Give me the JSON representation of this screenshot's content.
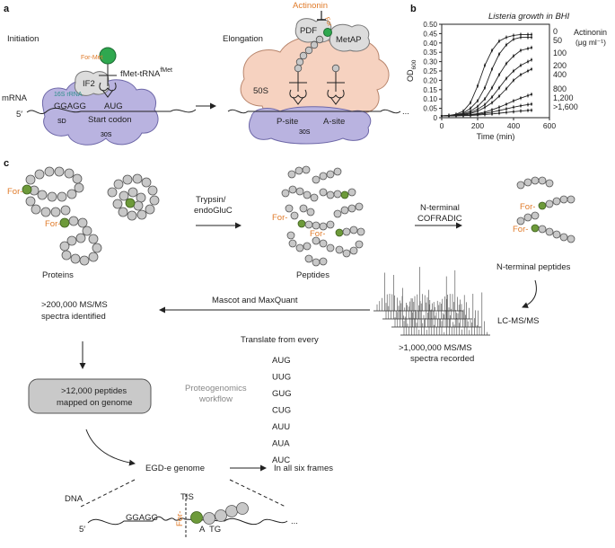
{
  "panels": {
    "a": "a",
    "b": "b",
    "c": "c"
  },
  "panel_a": {
    "initiation": "Initiation",
    "elongation": "Elongation",
    "mrna": "mRNA",
    "five_prime": "5′",
    "for_met": "For-Met",
    "fmet_trna_main": "fMet-tRNA",
    "fmet_trna_sup": "fMet",
    "if2": "IF2",
    "rrna_16s": "16S rRNA",
    "sd_bases": "GGAGG",
    "sd": "SD",
    "aug": "AUG",
    "start_codon": "Start codon",
    "thirty_s": "30S",
    "fifty_s": "50S",
    "actinonin": "Actinonin",
    "pdf": "PDF",
    "metap": "MetAP",
    "p_site": "P-site",
    "a_site": "A-site",
    "for_tag": "For"
  },
  "panel_c": {
    "proteins": "Proteins",
    "trypsin": "Trypsin/",
    "endogluc": "endoGluC",
    "peptides": "Peptides",
    "n_terminal": "N-terminal",
    "cofradic": "COFRADIC",
    "n_terminal_peptides": "N-terminal peptides",
    "lcmsms": "LC-MS/MS",
    "spectra_recorded_1": ">1,000,000 MS/MS",
    "spectra_recorded_2": "spectra recorded",
    "mascot": "Mascot and MaxQuant",
    "translate": "Translate from every",
    "codons": [
      "AUG",
      "UUG",
      "GUG",
      "CUG",
      "AUU",
      "AUA",
      "AUC"
    ],
    "identified_1": ">200,000 MS/MS",
    "identified_2": "spectra identified",
    "mapped_1": ">12,000 peptides",
    "mapped_2": "mapped on genome",
    "workflow_1": "Proteogenomics",
    "workflow_2": "workflow",
    "genome": "EGD-e genome",
    "six_frames": "In all six frames",
    "tis": "TIS",
    "dna": "DNA",
    "five_prime": "5′",
    "dna_sd": "GGAGG",
    "dna_atg_a": "A",
    "dna_atg_tg": "TG",
    "for_tag": "For-"
  },
  "chart_data": {
    "type": "line",
    "title": "Listeria growth in BHI",
    "xlabel": "Time (min)",
    "ylabel_main": "OD",
    "ylabel_sub": "600",
    "xlim": [
      0,
      600
    ],
    "ylim": [
      0,
      0.5
    ],
    "xticks": [
      0,
      200,
      400,
      600
    ],
    "yticks": [
      0,
      0.05,
      0.1,
      0.15,
      0.2,
      0.25,
      0.3,
      0.35,
      0.4,
      0.45,
      0.5
    ],
    "ytick_labels": [
      "0",
      "0.05",
      "0.10",
      "0.15",
      "0.20",
      "0.25",
      "0.30",
      "0.35",
      "0.40",
      "0.45",
      "0.50"
    ],
    "legend_title": "Actinonin",
    "legend_unit": "(μg ml⁻¹)",
    "x": [
      0,
      40,
      80,
      120,
      160,
      200,
      240,
      280,
      320,
      360,
      400,
      440,
      480,
      500
    ],
    "series": [
      {
        "name": "0",
        "values": [
          0.01,
          0.012,
          0.018,
          0.035,
          0.08,
          0.17,
          0.28,
          0.36,
          0.41,
          0.43,
          0.44,
          0.445,
          0.445,
          0.445
        ]
      },
      {
        "name": "50",
        "values": [
          0.01,
          0.011,
          0.015,
          0.025,
          0.05,
          0.09,
          0.16,
          0.26,
          0.34,
          0.39,
          0.42,
          0.43,
          0.43,
          0.43
        ]
      },
      {
        "name": "100",
        "values": [
          0.01,
          0.011,
          0.013,
          0.02,
          0.035,
          0.06,
          0.1,
          0.16,
          0.23,
          0.29,
          0.33,
          0.36,
          0.37,
          0.375
        ]
      },
      {
        "name": "200",
        "values": [
          0.01,
          0.011,
          0.012,
          0.017,
          0.027,
          0.045,
          0.07,
          0.11,
          0.16,
          0.21,
          0.25,
          0.28,
          0.3,
          0.31
        ]
      },
      {
        "name": "400",
        "values": [
          0.01,
          0.01,
          0.012,
          0.015,
          0.022,
          0.035,
          0.055,
          0.08,
          0.115,
          0.155,
          0.2,
          0.23,
          0.25,
          0.26
        ]
      },
      {
        "name": "800",
        "values": [
          0.01,
          0.01,
          0.011,
          0.013,
          0.016,
          0.022,
          0.03,
          0.042,
          0.056,
          0.072,
          0.09,
          0.105,
          0.118,
          0.125
        ]
      },
      {
        "name": "1,200",
        "values": [
          0.01,
          0.01,
          0.011,
          0.012,
          0.014,
          0.018,
          0.023,
          0.03,
          0.038,
          0.047,
          0.056,
          0.064,
          0.07,
          0.073
        ]
      },
      {
        "name": ">1,600",
        "values": [
          0.01,
          0.01,
          0.01,
          0.011,
          0.012,
          0.014,
          0.017,
          0.02,
          0.024,
          0.028,
          0.032,
          0.036,
          0.039,
          0.04
        ]
      }
    ]
  }
}
